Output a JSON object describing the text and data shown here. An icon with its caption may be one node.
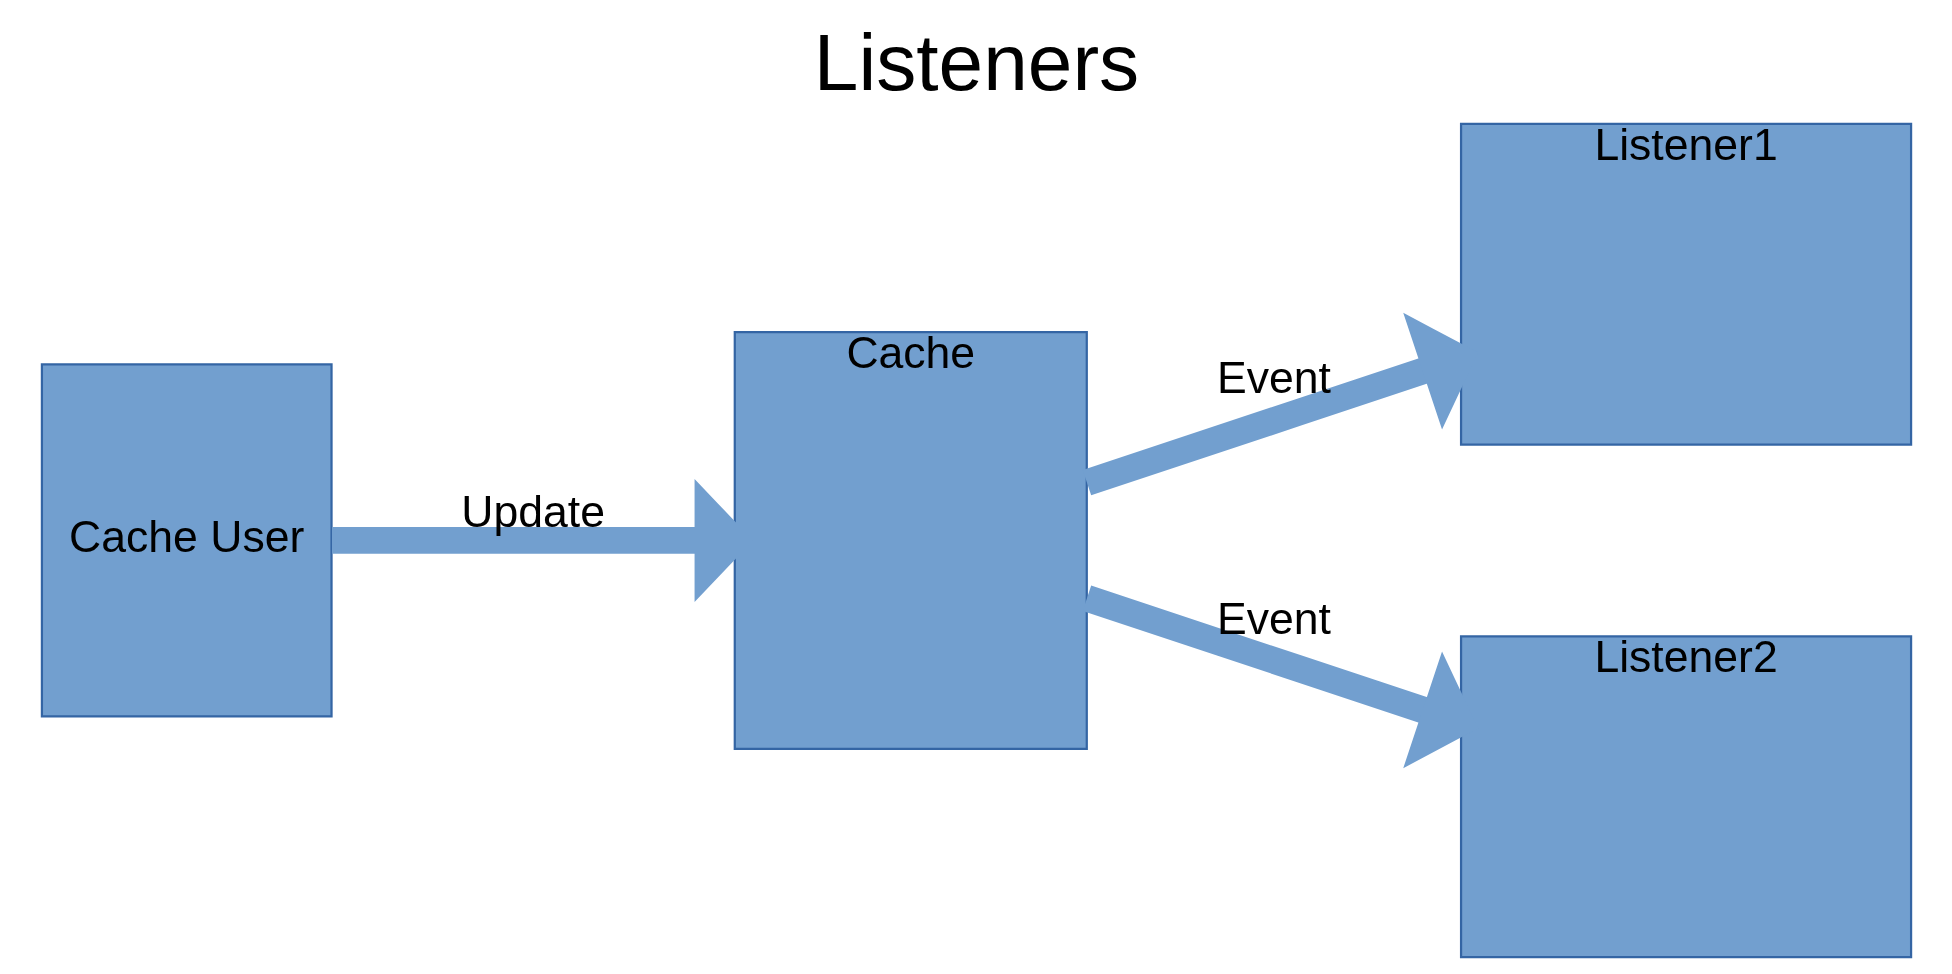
{
  "diagram": {
    "title": "Listeners",
    "nodes": [
      {
        "text": [
          "Cache User"
        ]
      },
      {
        "text": [
          "Cache"
        ]
      },
      {
        "text": [
          "Listener1"
        ]
      },
      {
        "text": [
          "Listener2"
        ]
      }
    ],
    "edges": [
      {
        "from": 0,
        "to": 1,
        "arrow": "to",
        "label": "Update"
      },
      {
        "from": 1,
        "to": 2,
        "arrow": "to",
        "label": "Event"
      },
      {
        "from": 1,
        "to": 3,
        "arrow": "to",
        "label": "Event"
      }
    ]
  }
}
